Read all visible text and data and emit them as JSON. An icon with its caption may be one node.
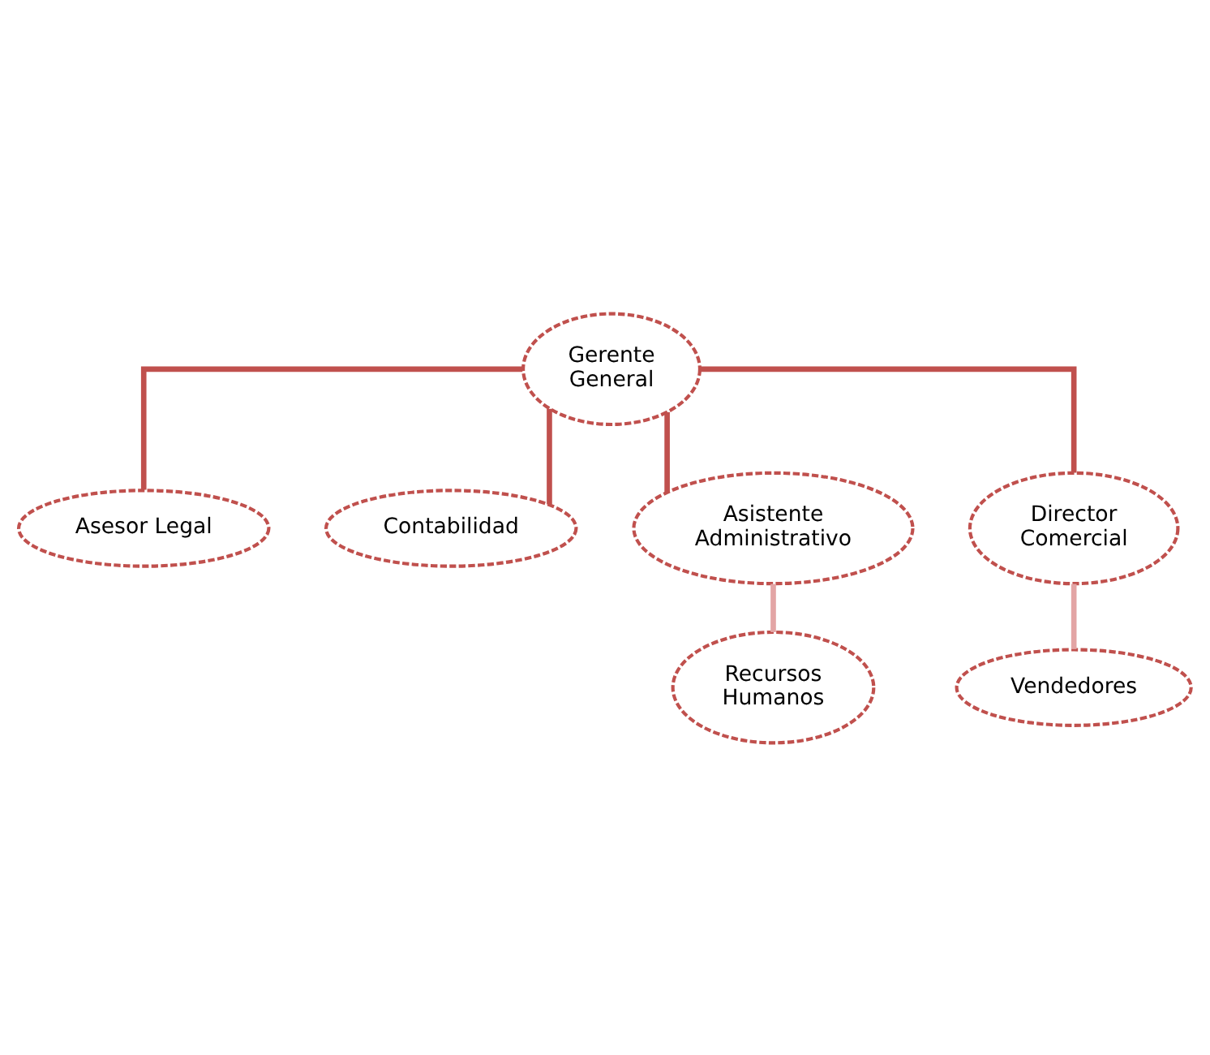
{
  "diagram": {
    "nodes": [
      {
        "text": [
          "Gerente General"
        ]
      },
      {
        "text": [
          "Asesor Legal"
        ]
      },
      {
        "text": [
          "Contabilidad"
        ]
      },
      {
        "text": [
          "Asistente Administrativo"
        ]
      },
      {
        "text": [
          "Director Comercial"
        ]
      },
      {
        "text": [
          "Recursos Humanos"
        ]
      },
      {
        "text": [
          "Vendedores"
        ]
      }
    ],
    "edges": [
      {
        "from": 0,
        "to": 1,
        "arrow": "none"
      },
      {
        "from": 0,
        "to": 2,
        "arrow": "none"
      },
      {
        "from": 0,
        "to": 3,
        "arrow": "none"
      },
      {
        "from": 0,
        "to": 4,
        "arrow": "none"
      },
      {
        "from": 3,
        "to": 5,
        "arrow": "none",
        "color": "#e3a5a5"
      },
      {
        "from": 4,
        "to": 6,
        "arrow": "none",
        "color": "#e3a5a5"
      }
    ]
  }
}
